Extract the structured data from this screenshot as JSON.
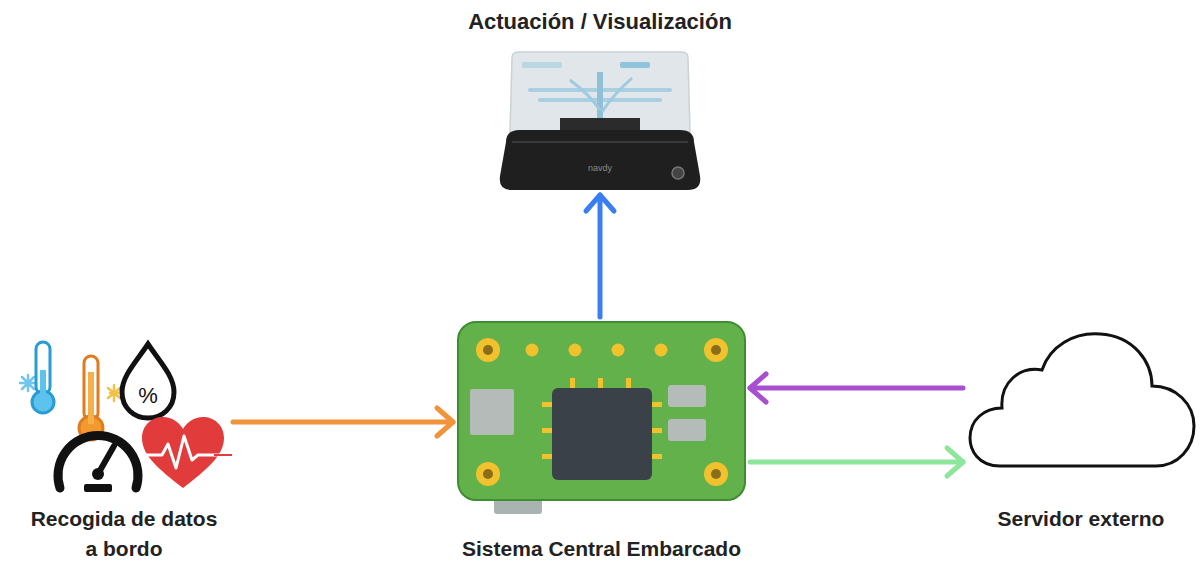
{
  "diagram": {
    "nodes": [
      {
        "text": [
          "Actuación / Visualización"
        ]
      },
      {
        "text": [
          "Recogida de datos a bordo"
        ]
      },
      {
        "text": [
          "Sistema Central Embarcado"
        ]
      },
      {
        "text": [
          "Servidor externo"
        ]
      }
    ],
    "edges": [
      {
        "from": 1,
        "to": 2,
        "arrow": "to"
      },
      {
        "from": 2,
        "to": 0,
        "arrow": "to"
      },
      {
        "from": 3,
        "to": 2,
        "arrow": "to"
      },
      {
        "from": 2,
        "to": 3,
        "arrow": "to"
      }
    ],
    "labels": [
      "%",
      "navdy"
    ]
  }
}
